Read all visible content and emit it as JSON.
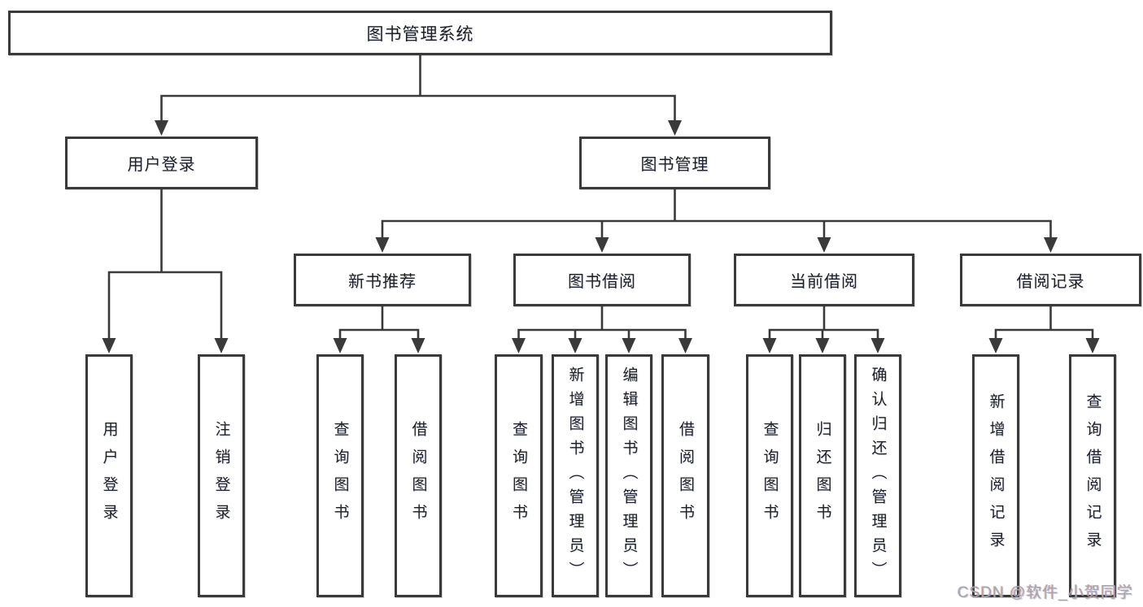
{
  "diagram": {
    "type": "tree",
    "colors": {
      "background": "#ffffff",
      "line": "#3a3a3a",
      "box_border": "#3a3a3a",
      "text": "#1f1f1f",
      "watermark": "#a6a6ab"
    },
    "nodes": [
      {
        "id": "root",
        "label": "图书管理系统",
        "parent": null,
        "orientation": "horizontal"
      },
      {
        "id": "login",
        "label": "用户登录",
        "parent": "root",
        "orientation": "horizontal"
      },
      {
        "id": "mgmt",
        "label": "图书管理",
        "parent": "root",
        "orientation": "horizontal"
      },
      {
        "id": "newbooks",
        "label": "新书推荐",
        "parent": "mgmt",
        "orientation": "horizontal"
      },
      {
        "id": "borrow",
        "label": "图书借阅",
        "parent": "mgmt",
        "orientation": "horizontal"
      },
      {
        "id": "current",
        "label": "当前借阅",
        "parent": "mgmt",
        "orientation": "horizontal"
      },
      {
        "id": "records",
        "label": "借阅记录",
        "parent": "mgmt",
        "orientation": "horizontal"
      },
      {
        "id": "v-login",
        "label": "用户登录",
        "parent": "login",
        "orientation": "vertical"
      },
      {
        "id": "v-logout",
        "label": "注销登录",
        "parent": "login",
        "orientation": "vertical"
      },
      {
        "id": "v-nb-query",
        "label": "查询图书",
        "parent": "newbooks",
        "orientation": "vertical"
      },
      {
        "id": "v-nb-borrow",
        "label": "借阅图书",
        "parent": "newbooks",
        "orientation": "vertical"
      },
      {
        "id": "v-bb-query",
        "label": "查询图书",
        "parent": "borrow",
        "orientation": "vertical"
      },
      {
        "id": "v-bb-add",
        "label": "新增图书（管理员）",
        "parent": "borrow",
        "orientation": "vertical"
      },
      {
        "id": "v-bb-edit",
        "label": "编辑图书（管理员）",
        "parent": "borrow",
        "orientation": "vertical"
      },
      {
        "id": "v-bb-borrow",
        "label": "借阅图书",
        "parent": "borrow",
        "orientation": "vertical"
      },
      {
        "id": "v-cb-query",
        "label": "查询图书",
        "parent": "current",
        "orientation": "vertical"
      },
      {
        "id": "v-cb-return",
        "label": "归还图书",
        "parent": "current",
        "orientation": "vertical"
      },
      {
        "id": "v-cb-confirm",
        "label": "确认归还（管理员）",
        "parent": "current",
        "orientation": "vertical"
      },
      {
        "id": "v-br-add",
        "label": "新增借阅记录",
        "parent": "records",
        "orientation": "vertical"
      },
      {
        "id": "v-br-query",
        "label": "查询借阅记录",
        "parent": "records",
        "orientation": "vertical"
      }
    ],
    "watermark": "CSDN @软件_小贺同学"
  }
}
